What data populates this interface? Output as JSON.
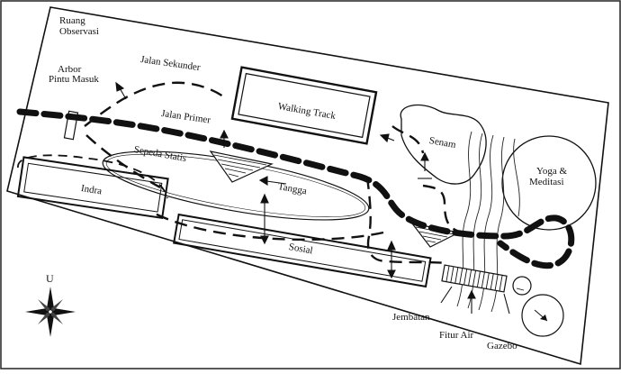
{
  "labels": {
    "ruang_observasi_line1": "Ruang",
    "ruang_observasi_line2": "Observasi",
    "arbor_line1": "Arbor",
    "arbor_line2": "Pintu Masuk",
    "jalan_sekunder": "Jalan Sekunder",
    "jalan_primer": "Jalan Primer",
    "walking_track": "Walking Track",
    "senam": "Senam",
    "sepeda_statis": "Sepeda Statis",
    "tangga": "Tangga",
    "indra": "Indra",
    "sosial": "Sosial",
    "yoga_line1": "Yoga &",
    "yoga_line2": "Meditasi",
    "jembatan": "Jembatan",
    "fitur_air": "Fitur Air",
    "gazebo": "Gazebo",
    "compass_north": "U"
  }
}
